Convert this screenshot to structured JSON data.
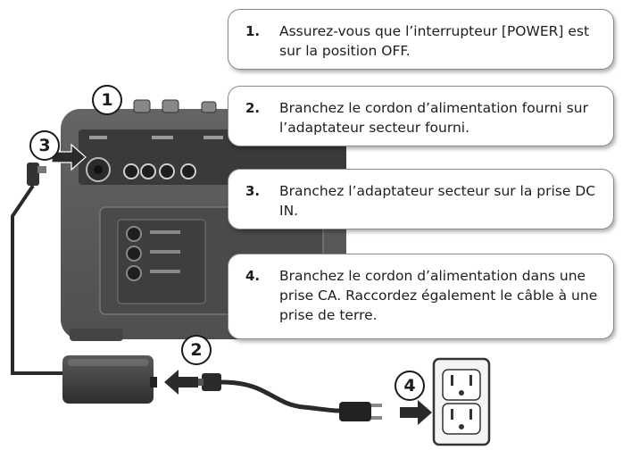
{
  "steps": [
    {
      "number": "1.",
      "text": "Assurez-vous que l’interrupteur [POWER] est sur la position OFF."
    },
    {
      "number": "2.",
      "text": "Branchez le cordon d’alimentation fourni sur l’adaptateur secteur fourni."
    },
    {
      "number": "3.",
      "text": "Branchez l’adaptateur secteur sur la prise DC IN."
    },
    {
      "number": "4.",
      "text": "Branchez le cordon d’alimentation dans une prise CA. Raccordez également le câble à une prise de terre."
    }
  ],
  "callouts": [
    "1",
    "2",
    "3",
    "4"
  ],
  "colors": {
    "amp_body": "#5a5a5a",
    "panel": "#3a3a3a",
    "box_border": "#8a8a8a",
    "arrow": "#2b2b2b"
  },
  "icons": [
    "amplifier-rear-panel",
    "ac-adapter-icon",
    "power-plug-icon",
    "wall-outlet-icon",
    "arrow-icon"
  ]
}
